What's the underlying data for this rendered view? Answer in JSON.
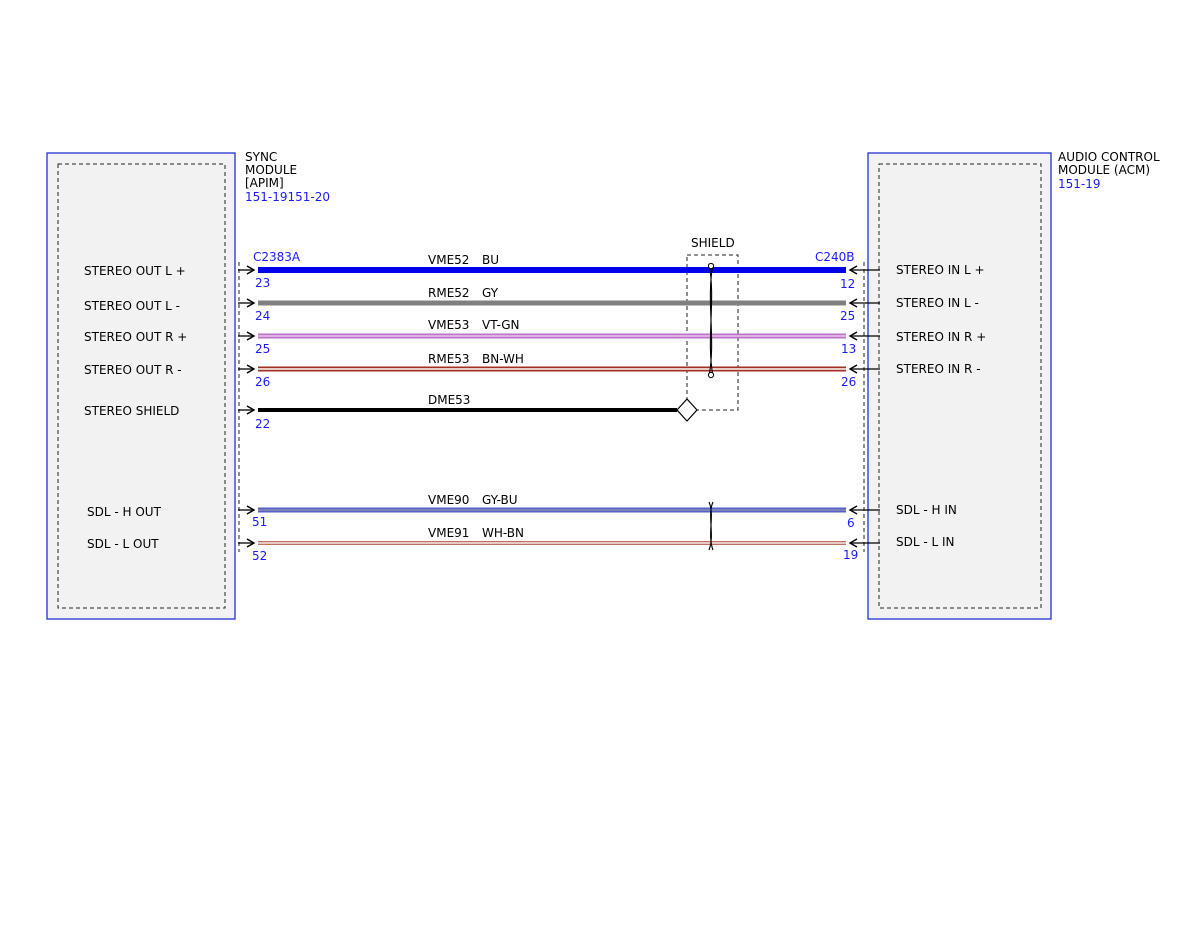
{
  "left_module": {
    "name_lines": [
      "SYNC",
      "MODULE",
      "[APIM]"
    ],
    "code": "151-19151-20",
    "connector": "C2383A",
    "pin_labels": [
      "STEREO OUT L +",
      "STEREO OUT L -",
      "STEREO OUT R +",
      "STEREO OUT R -",
      "STEREO SHIELD",
      "SDL - H OUT",
      "SDL - L OUT"
    ]
  },
  "right_module": {
    "name_lines": [
      "AUDIO CONTROL",
      "MODULE (ACM)"
    ],
    "code": "151-19",
    "connector": "C240B",
    "pin_labels": [
      "STEREO IN L +",
      "STEREO IN L -",
      "STEREO IN R +",
      "STEREO IN R -",
      "SDL - H IN",
      "SDL - L IN"
    ]
  },
  "shield_label": "SHIELD",
  "wires": [
    {
      "circuit": "VME52",
      "color": "BU",
      "left_pin": "23",
      "right_pin": "12",
      "colors": [
        "#0000ee"
      ]
    },
    {
      "circuit": "RME52",
      "color": "GY",
      "left_pin": "24",
      "right_pin": "25",
      "colors": [
        "#808080"
      ]
    },
    {
      "circuit": "VME53",
      "color": "VT-GN",
      "left_pin": "25",
      "right_pin": "13",
      "colors": [
        "#c070c8",
        "#e8c8e8"
      ]
    },
    {
      "circuit": "RME53",
      "color": "BN-WH",
      "left_pin": "26",
      "right_pin": "26",
      "colors": [
        "#a03020",
        "#ffffff"
      ]
    },
    {
      "circuit": "DME53",
      "color": "",
      "left_pin": "22",
      "right_pin": "",
      "colors": [
        "#000000"
      ]
    },
    {
      "circuit": "VME90",
      "color": "GY-BU",
      "left_pin": "51",
      "right_pin": "6",
      "colors": [
        "#5560c8",
        "#8890b0"
      ]
    },
    {
      "circuit": "VME91",
      "color": "WH-BN",
      "left_pin": "52",
      "right_pin": "19",
      "colors": [
        "#c07060",
        "#ffffff"
      ]
    }
  ]
}
